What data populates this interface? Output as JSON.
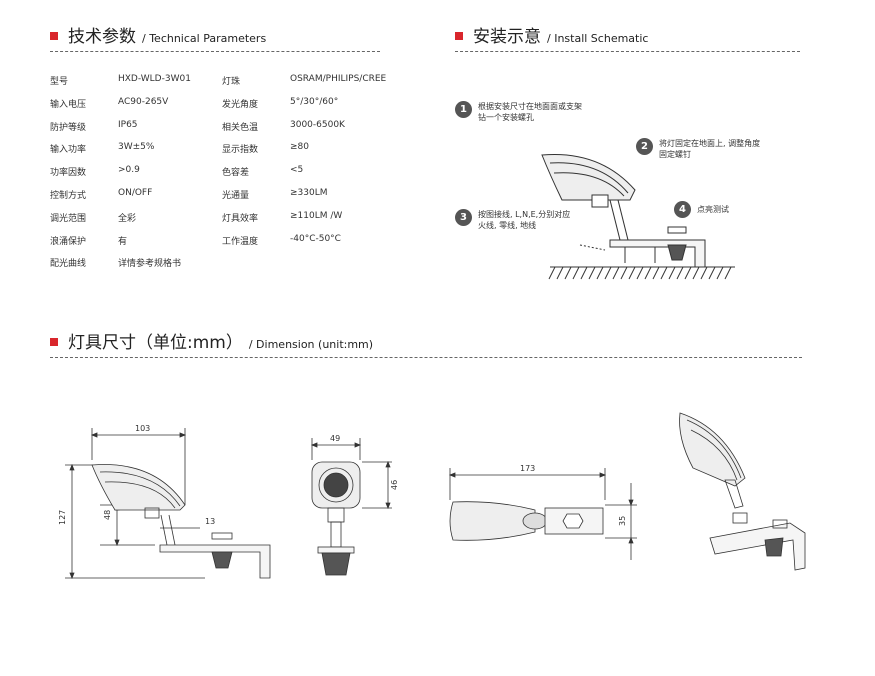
{
  "sections": {
    "tech": {
      "zh": "技术参数",
      "en": "/ Technical Parameters"
    },
    "install": {
      "zh": "安装示意",
      "en": "/ Install Schematic"
    },
    "dims": {
      "zh": "灯具尺寸（单位:mm）",
      "en": "/ Dimension (unit:mm)"
    }
  },
  "params": [
    {
      "l1": "型号",
      "v1": "HXD-WLD-3W01",
      "l2": "灯珠",
      "v2": "OSRAM/PHILIPS/CREE"
    },
    {
      "l1": "输入电压",
      "v1": "AC90-265V",
      "l2": "发光角度",
      "v2": "5°/30°/60°"
    },
    {
      "l1": "防护等级",
      "v1": "IP65",
      "l2": "相关色温",
      "v2": "3000-6500K"
    },
    {
      "l1": "输入功率",
      "v1": "3W±5%",
      "l2": "显示指数",
      "v2": "≥80"
    },
    {
      "l1": "功率因数",
      "v1": ">0.9",
      "l2": "色容差",
      "v2": "<5"
    },
    {
      "l1": "控制方式",
      "v1": "ON/OFF",
      "l2": "光通量",
      "v2": "≥330LM"
    },
    {
      "l1": "调光范围",
      "v1": "全彩",
      "l2": "灯具效率",
      "v2": "≥110LM /W"
    },
    {
      "l1": "浪涌保护",
      "v1": "有",
      "l2": "工作温度",
      "v2": "-40°C-50°C"
    },
    {
      "l1": "配光曲线",
      "v1": "详情参考规格书",
      "l2": "",
      "v2": ""
    }
  ],
  "steps": [
    {
      "num": "1",
      "line1": "根据安装尺寸在地面面或支架",
      "line2": "钻一个安装螺孔"
    },
    {
      "num": "2",
      "line1": "将灯固定在地面上, 调整角度",
      "line2": "固定螺钉"
    },
    {
      "num": "3",
      "line1": "按图接线, L,N,E,分别对应",
      "line2": "火线, 零线, 地线"
    },
    {
      "num": "4",
      "line1": "点亮测试",
      "line2": ""
    }
  ],
  "dimensions": {
    "side_width": "103",
    "side_height": "127",
    "side_base": "48",
    "side_offset": "13",
    "front_width": "49",
    "front_head": "46",
    "top_length": "173",
    "top_width": "35"
  },
  "colors": {
    "accent": "#d9262c",
    "step_badge": "#555555"
  }
}
